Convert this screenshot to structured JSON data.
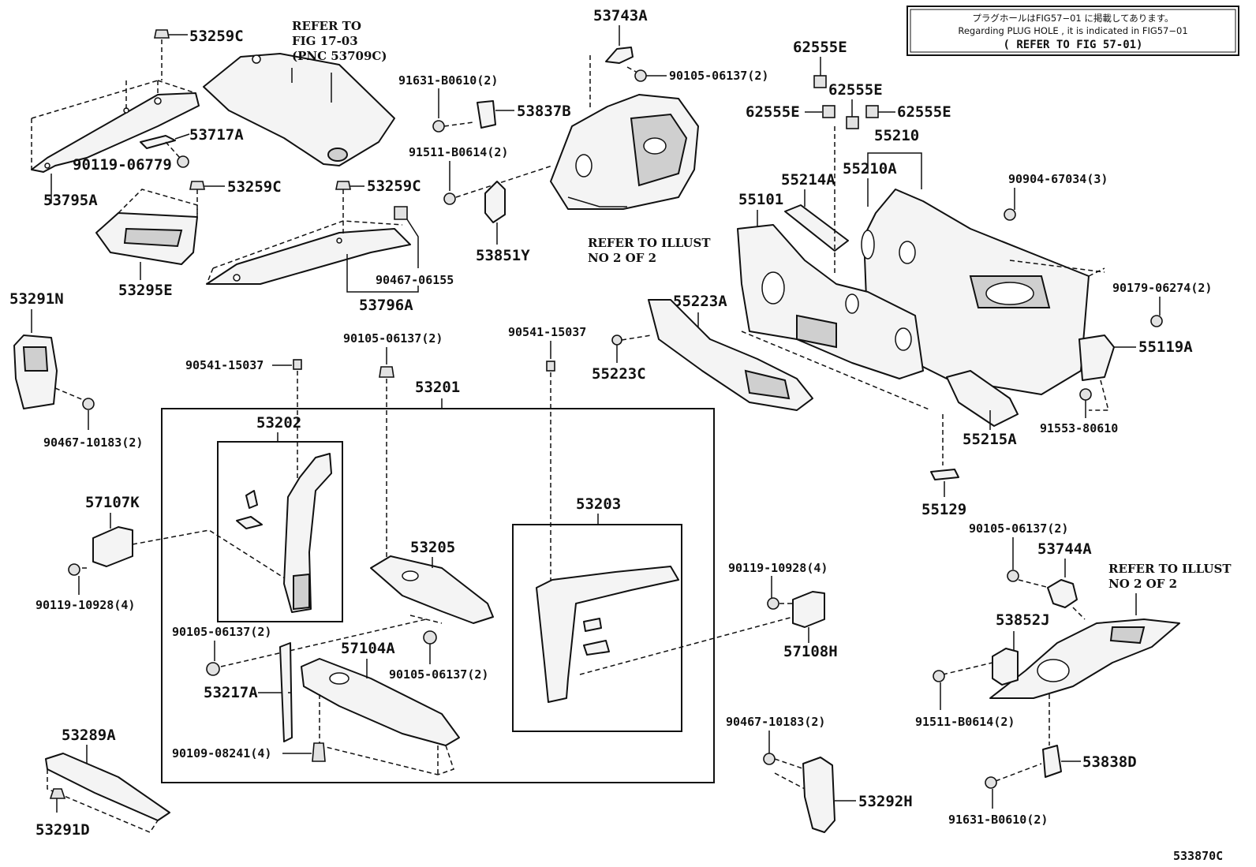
{
  "ref_note": {
    "line1": "プラグホールはFIG57−01 に掲載してあります。",
    "line2": "Regarding PLUG HOLE , it is indicated in FIG57−01",
    "line3": "( REFER TO FIG 57-01)"
  },
  "notes": {
    "fig1703_l1": "REFER TO",
    "fig1703_l2": "FIG 17-03",
    "fig1703_l3": "(PNC 53709C)",
    "illust2_a_l1": "REFER TO ILLUST",
    "illust2_a_l2": "NO 2 OF 2",
    "illust2_b_l1": "REFER TO ILLUST",
    "illust2_b_l2": "NO 2 OF 2"
  },
  "labels": {
    "p53259C_a": "53259C",
    "p53717A": "53717A",
    "p90119_06779": "90119-06779",
    "p53795A": "53795A",
    "p53259C_b": "53259C",
    "p53295E": "53295E",
    "p53259C_c": "53259C",
    "p90467_06155": "90467-06155",
    "p53796A": "53796A",
    "p53743A": "53743A",
    "p90105_06137_top": "90105-06137(2)",
    "p91631_B0610_top": "91631-B0610(2)",
    "p53837B": "53837B",
    "p91511_B0614_top": "91511-B0614(2)",
    "p53851Y": "53851Y",
    "p62555E_a": "62555E",
    "p62555E_b": "62555E",
    "p62555E_c": "62555E",
    "p62555E_d": "62555E",
    "p55210": "55210",
    "p55214A": "55214A",
    "p55210A": "55210A",
    "p90904_67034": "90904-67034(3)",
    "p55101": "55101",
    "p55223A": "55223A",
    "p55223C": "55223C",
    "p90179_06274": "90179-06274(2)",
    "p55119A": "55119A",
    "p91553_80610": "91553-80610",
    "p55215A": "55215A",
    "p55129": "55129",
    "p53291N": "53291N",
    "p90467_10183_left": "90467-10183(2)",
    "p90541_15037_a": "90541-15037",
    "p90105_06137_mid": "90105-06137(2)",
    "p90541_15037_b": "90541-15037",
    "p53201": "53201",
    "p53202": "53202",
    "p53203": "53203",
    "p53205": "53205",
    "p57107K": "57107K",
    "p90119_10928_left": "90119-10928(4)",
    "p90105_06137_low": "90105-06137(2)",
    "p57104A": "57104A",
    "p90105_06137_low2": "90105-06137(2)",
    "p53217A": "53217A",
    "p90109_08241": "90109-08241(4)",
    "p53289A": "53289A",
    "p53291D": "53291D",
    "p90119_10928_right": "90119-10928(4)",
    "p57108H": "57108H",
    "p90105_06137_right": "90105-06137(2)",
    "p53744A": "53744A",
    "p53852J": "53852J",
    "p91511_B0614_right": "91511-B0614(2)",
    "p90467_10183_right": "90467-10183(2)",
    "p53838D": "53838D",
    "p53292H": "53292H",
    "p91631_B0610_right": "91631-B0610(2)",
    "fig_code": "533870C"
  }
}
